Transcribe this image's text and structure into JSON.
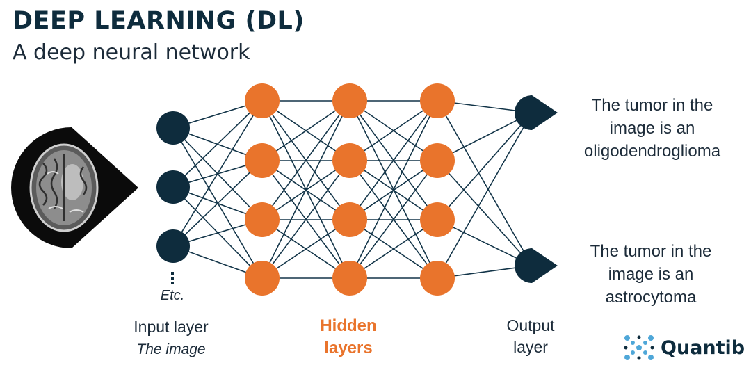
{
  "header": {
    "title": "DEEP LEARNING (DL)",
    "subtitle": "A deep neural network"
  },
  "labels": {
    "input_layer": "Input layer",
    "input_sub": "The image",
    "etc": "Etc.",
    "hidden_line1": "Hidden",
    "hidden_line2": "layers",
    "output_line1": "Output",
    "output_line2": "layer"
  },
  "outputs": {
    "top": [
      "The tumor in the",
      "image is an",
      "oligodendroglioma"
    ],
    "bottom": [
      "The tumor in the",
      "image is an",
      "astrocytoma"
    ]
  },
  "logo": {
    "text": "Quantib",
    "icon": "quantib-logo-icon"
  },
  "colors": {
    "dark_node": "#0e2c3d",
    "hidden_node": "#e9742c",
    "edge": "#123448",
    "logo_accent": "#4fa7d8"
  }
}
